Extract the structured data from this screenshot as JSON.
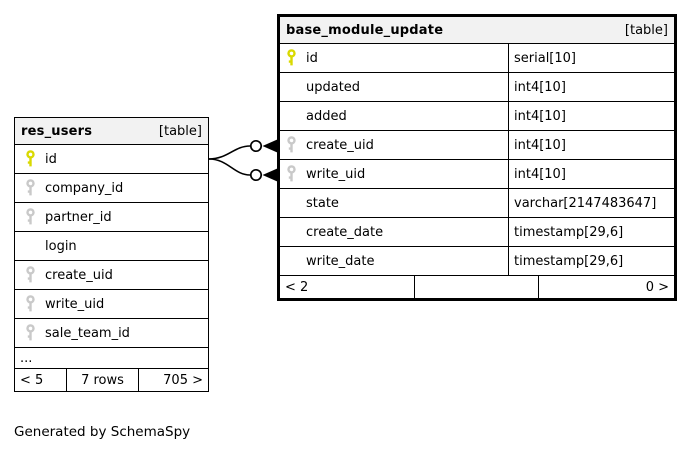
{
  "page": {
    "credit": "Generated by SchemaSpy"
  },
  "colors": {
    "primary_key_icon": "#d9d900",
    "foreign_key_icon": "#c9c9c9",
    "header_bg": "#f2f2f2",
    "border": "#000000",
    "row_bg": "#ffffff"
  },
  "tables": {
    "res_users": {
      "title": "res_users",
      "badge": "[table]",
      "columns": [
        {
          "name": "id",
          "key": "primary"
        },
        {
          "name": "company_id",
          "key": "foreign"
        },
        {
          "name": "partner_id",
          "key": "foreign"
        },
        {
          "name": "login",
          "key": "none"
        },
        {
          "name": "create_uid",
          "key": "foreign"
        },
        {
          "name": "write_uid",
          "key": "foreign"
        },
        {
          "name": "sale_team_id",
          "key": "foreign"
        }
      ],
      "ellipsis": "...",
      "footer": {
        "hidden_parents": "< 5",
        "row_count": "7 rows",
        "hidden_children": "705 >"
      }
    },
    "base_module_update": {
      "title": "base_module_update",
      "badge": "[table]",
      "columns": [
        {
          "name": "id",
          "type": "serial[10]",
          "key": "primary"
        },
        {
          "name": "updated",
          "type": "int4[10]",
          "key": "none"
        },
        {
          "name": "added",
          "type": "int4[10]",
          "key": "none"
        },
        {
          "name": "create_uid",
          "type": "int4[10]",
          "key": "foreign"
        },
        {
          "name": "write_uid",
          "type": "int4[10]",
          "key": "foreign"
        },
        {
          "name": "state",
          "type": "varchar[2147483647]",
          "key": "none"
        },
        {
          "name": "create_date",
          "type": "timestamp[29,6]",
          "key": "none"
        },
        {
          "name": "write_date",
          "type": "timestamp[29,6]",
          "key": "none"
        }
      ],
      "footer": {
        "hidden_parents": "< 2",
        "row_count": "",
        "hidden_children": "0 >"
      }
    }
  },
  "relationships": [
    {
      "from": "res_users.id",
      "to": "base_module_update.create_uid"
    },
    {
      "from": "res_users.id",
      "to": "base_module_update.write_uid"
    }
  ]
}
